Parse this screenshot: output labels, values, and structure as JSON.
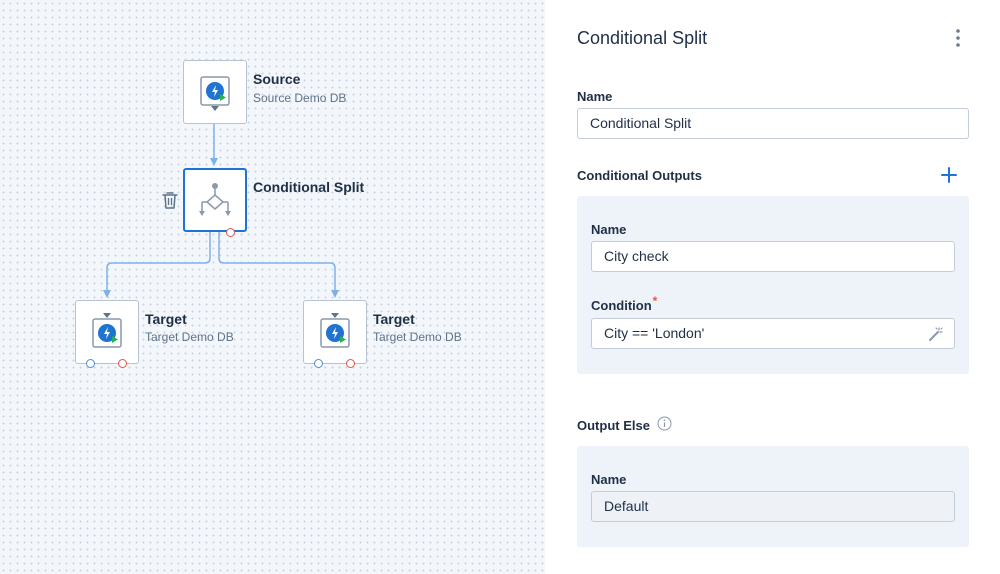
{
  "canvas": {
    "nodes": {
      "source": {
        "title": "Source",
        "subtitle": "Source Demo DB"
      },
      "split": {
        "title": "Conditional Split"
      },
      "target1": {
        "title": "Target",
        "subtitle": "Target Demo DB"
      },
      "target2": {
        "title": "Target",
        "subtitle": "Target Demo DB"
      }
    }
  },
  "panel": {
    "title": "Conditional Split",
    "name_label": "Name",
    "name_value": "Conditional Split",
    "conditional_outputs_label": "Conditional Outputs",
    "output": {
      "name_label": "Name",
      "name_value": "City check",
      "condition_label": "Condition",
      "required_mark": "*",
      "condition_value": "City == 'London'"
    },
    "output_else_label": "Output Else",
    "else": {
      "name_label": "Name",
      "name_value": "Default"
    }
  },
  "colors": {
    "accent": "#1f73d1",
    "link": "#7fb0ea",
    "port_error": "#e2574c",
    "section_bg": "#eef3f9"
  },
  "icons": [
    "source-icon",
    "conditional-split-icon",
    "target-icon",
    "trash-icon",
    "kebab-menu-icon",
    "plus-icon",
    "info-icon",
    "magic-wand-icon"
  ]
}
